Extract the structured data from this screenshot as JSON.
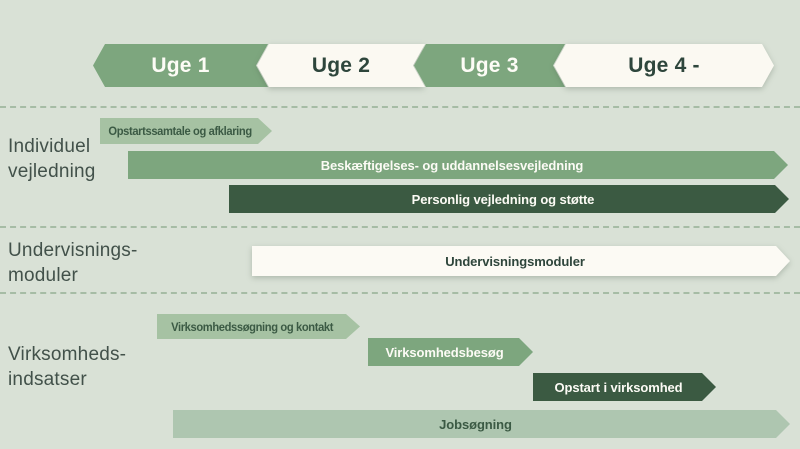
{
  "colors": {
    "background": "#d9e1d6",
    "green": "#7da67e",
    "light_green": "#a6c2a3",
    "dark_green": "#3b5a42",
    "off_white": "#fbf9f2",
    "muted_green": "#aec6b0",
    "label_text": "#42514a",
    "separator": "#7c9e7e"
  },
  "header": {
    "segments": [
      {
        "label": "Uge 1",
        "variant": "green"
      },
      {
        "label": "Uge 2",
        "variant": "white"
      },
      {
        "label": "Uge 3",
        "variant": "green"
      },
      {
        "label": "Uge 4 -",
        "variant": "white"
      }
    ]
  },
  "groups": [
    {
      "label_lines": [
        "Individuel",
        "vejledning"
      ],
      "bars": [
        {
          "label": "Opstartssamtale og afklaring",
          "variant": "light"
        },
        {
          "label": "Beskæftigelses- og uddannelsesvejledning",
          "variant": "green"
        },
        {
          "label": "Personlig vejledning og støtte",
          "variant": "dark"
        }
      ]
    },
    {
      "label_lines": [
        "Undervisnings-",
        "moduler"
      ],
      "bars": [
        {
          "label": "Undervisningsmoduler",
          "variant": "white"
        }
      ]
    },
    {
      "label_lines": [
        "Virksomheds-",
        "indsatser"
      ],
      "bars": [
        {
          "label": "Virksomhedssøgning og kontakt",
          "variant": "light"
        },
        {
          "label": "Virksomhedsbesøg",
          "variant": "green"
        },
        {
          "label": "Opstart i virksomhed",
          "variant": "dark"
        },
        {
          "label": "Jobsøgning",
          "variant": "muted"
        }
      ]
    }
  ]
}
